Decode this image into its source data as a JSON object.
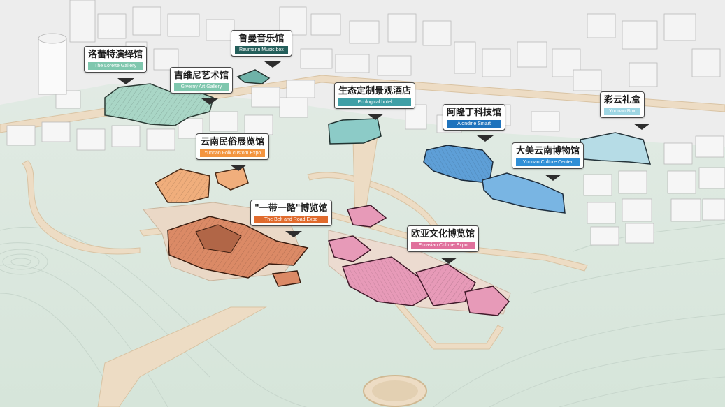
{
  "colors": {
    "ground": "#dfe9e1",
    "path": "#eddcc4",
    "building": "#f2f2f2",
    "teal_venue": "#a9d6c6",
    "orange_venue": "#f0ae7c",
    "brick_venue": "#db8a66",
    "pink_venue": "#e79ab8",
    "blue_venue": "#6ba7dc",
    "lightblue_venue": "#b6dce6"
  },
  "labels": [
    {
      "zh": "洛蕾特演绎馆",
      "en": "The Lorette Gallery",
      "color": "#7fc7ae"
    },
    {
      "zh": "鲁曼音乐馆",
      "en": "Reumann Music box",
      "color": "#245f5b"
    },
    {
      "zh": "吉维尼艺术馆",
      "en": "Giverny Art Gallery",
      "color": "#7fc7ae"
    },
    {
      "zh": "生态定制景观酒店",
      "en": "Ecological hotel",
      "color": "#3f9fa6"
    },
    {
      "zh": "阿隆丁科技馆",
      "en": "Alondine Smart",
      "color": "#1e73bd"
    },
    {
      "zh": "彩云礼盒",
      "en": "Yunnan Box",
      "color": "#9ed6e3"
    },
    {
      "zh": "大美云南博物馆",
      "en": "Yunnan Culture Center",
      "color": "#2f8fd6"
    },
    {
      "zh": "云南民俗展览馆",
      "en": "Yunnan Folk custom Expo",
      "color": "#f3953f"
    },
    {
      "zh": "\"一带一路\"博览馆",
      "en": "The Belt and Road Expo",
      "color": "#e06a2c"
    },
    {
      "zh": "欧亚文化博览馆",
      "en": "Eurasian Culture Expo",
      "color": "#e0709c"
    }
  ]
}
